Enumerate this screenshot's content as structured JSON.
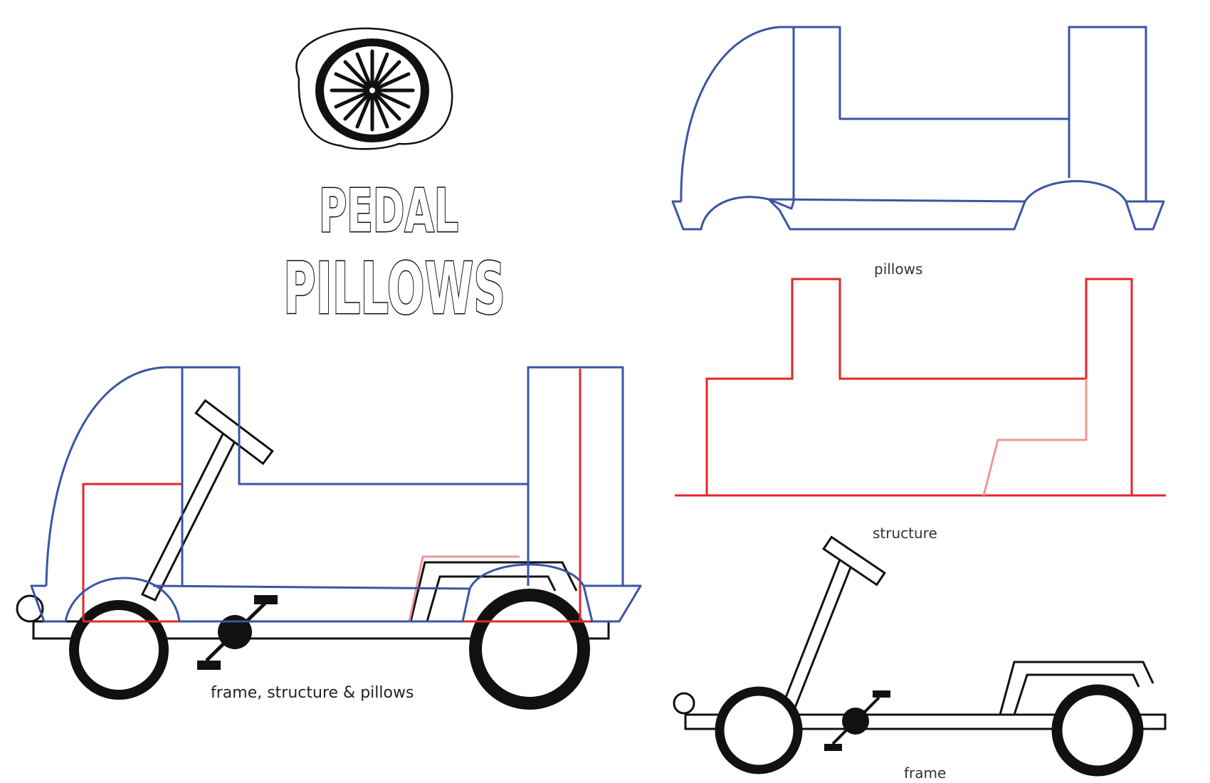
{
  "logo": {
    "line1": "PEDAL",
    "line2": "PILLOWS"
  },
  "labels": {
    "pillows": "pillows",
    "structure": "structure",
    "frame": "frame",
    "combined": "frame, structure & pillows"
  },
  "colors": {
    "pillows": "#3a55a4",
    "structure": "#e5252a",
    "structure_light": "#f0959a",
    "frame": "#111111"
  }
}
